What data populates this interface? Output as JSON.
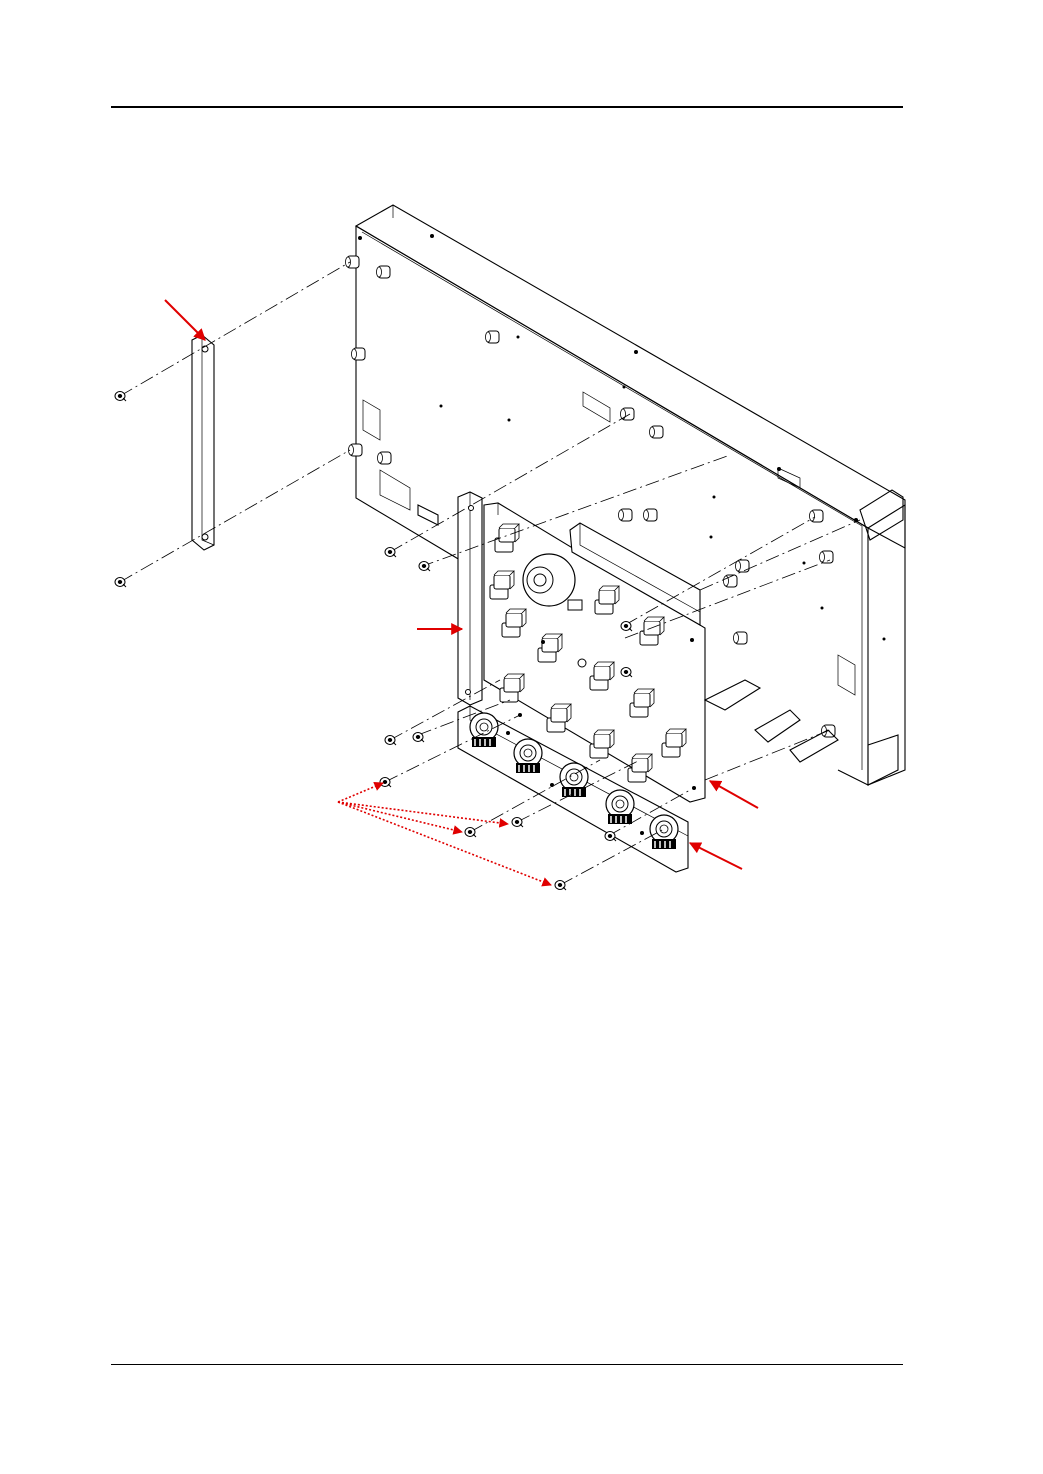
{
  "page": {
    "header_rule": true,
    "footer_rule": true
  },
  "figure": {
    "type": "exploded-assembly-drawing",
    "line_color": "#000000",
    "callout_color": "#e00000",
    "callouts": [
      "left-side-bracket",
      "front-board-mounting-plate",
      "control-circuit-board",
      "bnc-connector-plate",
      "mounting-screws"
    ]
  }
}
